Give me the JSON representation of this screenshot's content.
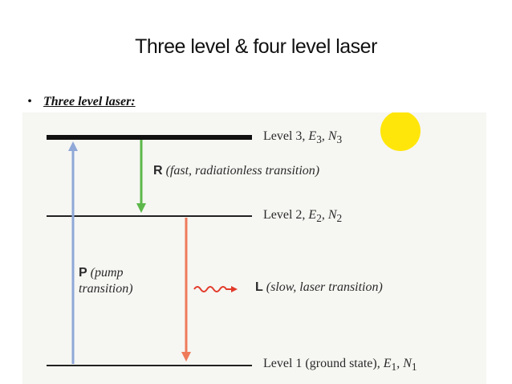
{
  "slide": {
    "title": "Three level & four level laser",
    "bullet": "•",
    "heading": "Three level laser:"
  },
  "diagram": {
    "levels": [
      {
        "label": "Level 3, ",
        "symbol_e": "E",
        "sub_e": "3",
        "sep": ", ",
        "symbol_n": "N",
        "sub_n": "3"
      },
      {
        "label": "Level 2, ",
        "symbol_e": "E",
        "sub_e": "2",
        "sep": ", ",
        "symbol_n": "N",
        "sub_n": "2"
      },
      {
        "label": "Level 1 (ground state), ",
        "symbol_e": "E",
        "sub_e": "1",
        "sep": ", ",
        "symbol_n": "N",
        "sub_n": "1"
      }
    ],
    "transitions": {
      "R": {
        "letter": "R",
        "desc": "(fast, radiationless transition)"
      },
      "P": {
        "letter": "P",
        "desc_line1": "(pump",
        "desc_line2": "transition)"
      },
      "L": {
        "letter": "L",
        "desc": "(slow, laser transition)"
      }
    },
    "colors": {
      "level_3_line": "#111111",
      "level_line": "#222222",
      "pump_arrow": "#8fa8d8",
      "r_arrow": "#5cb84a",
      "laser_arrow": "#ee7a5a",
      "wave": "#e23a2a",
      "sun": "#ffe60a"
    }
  }
}
